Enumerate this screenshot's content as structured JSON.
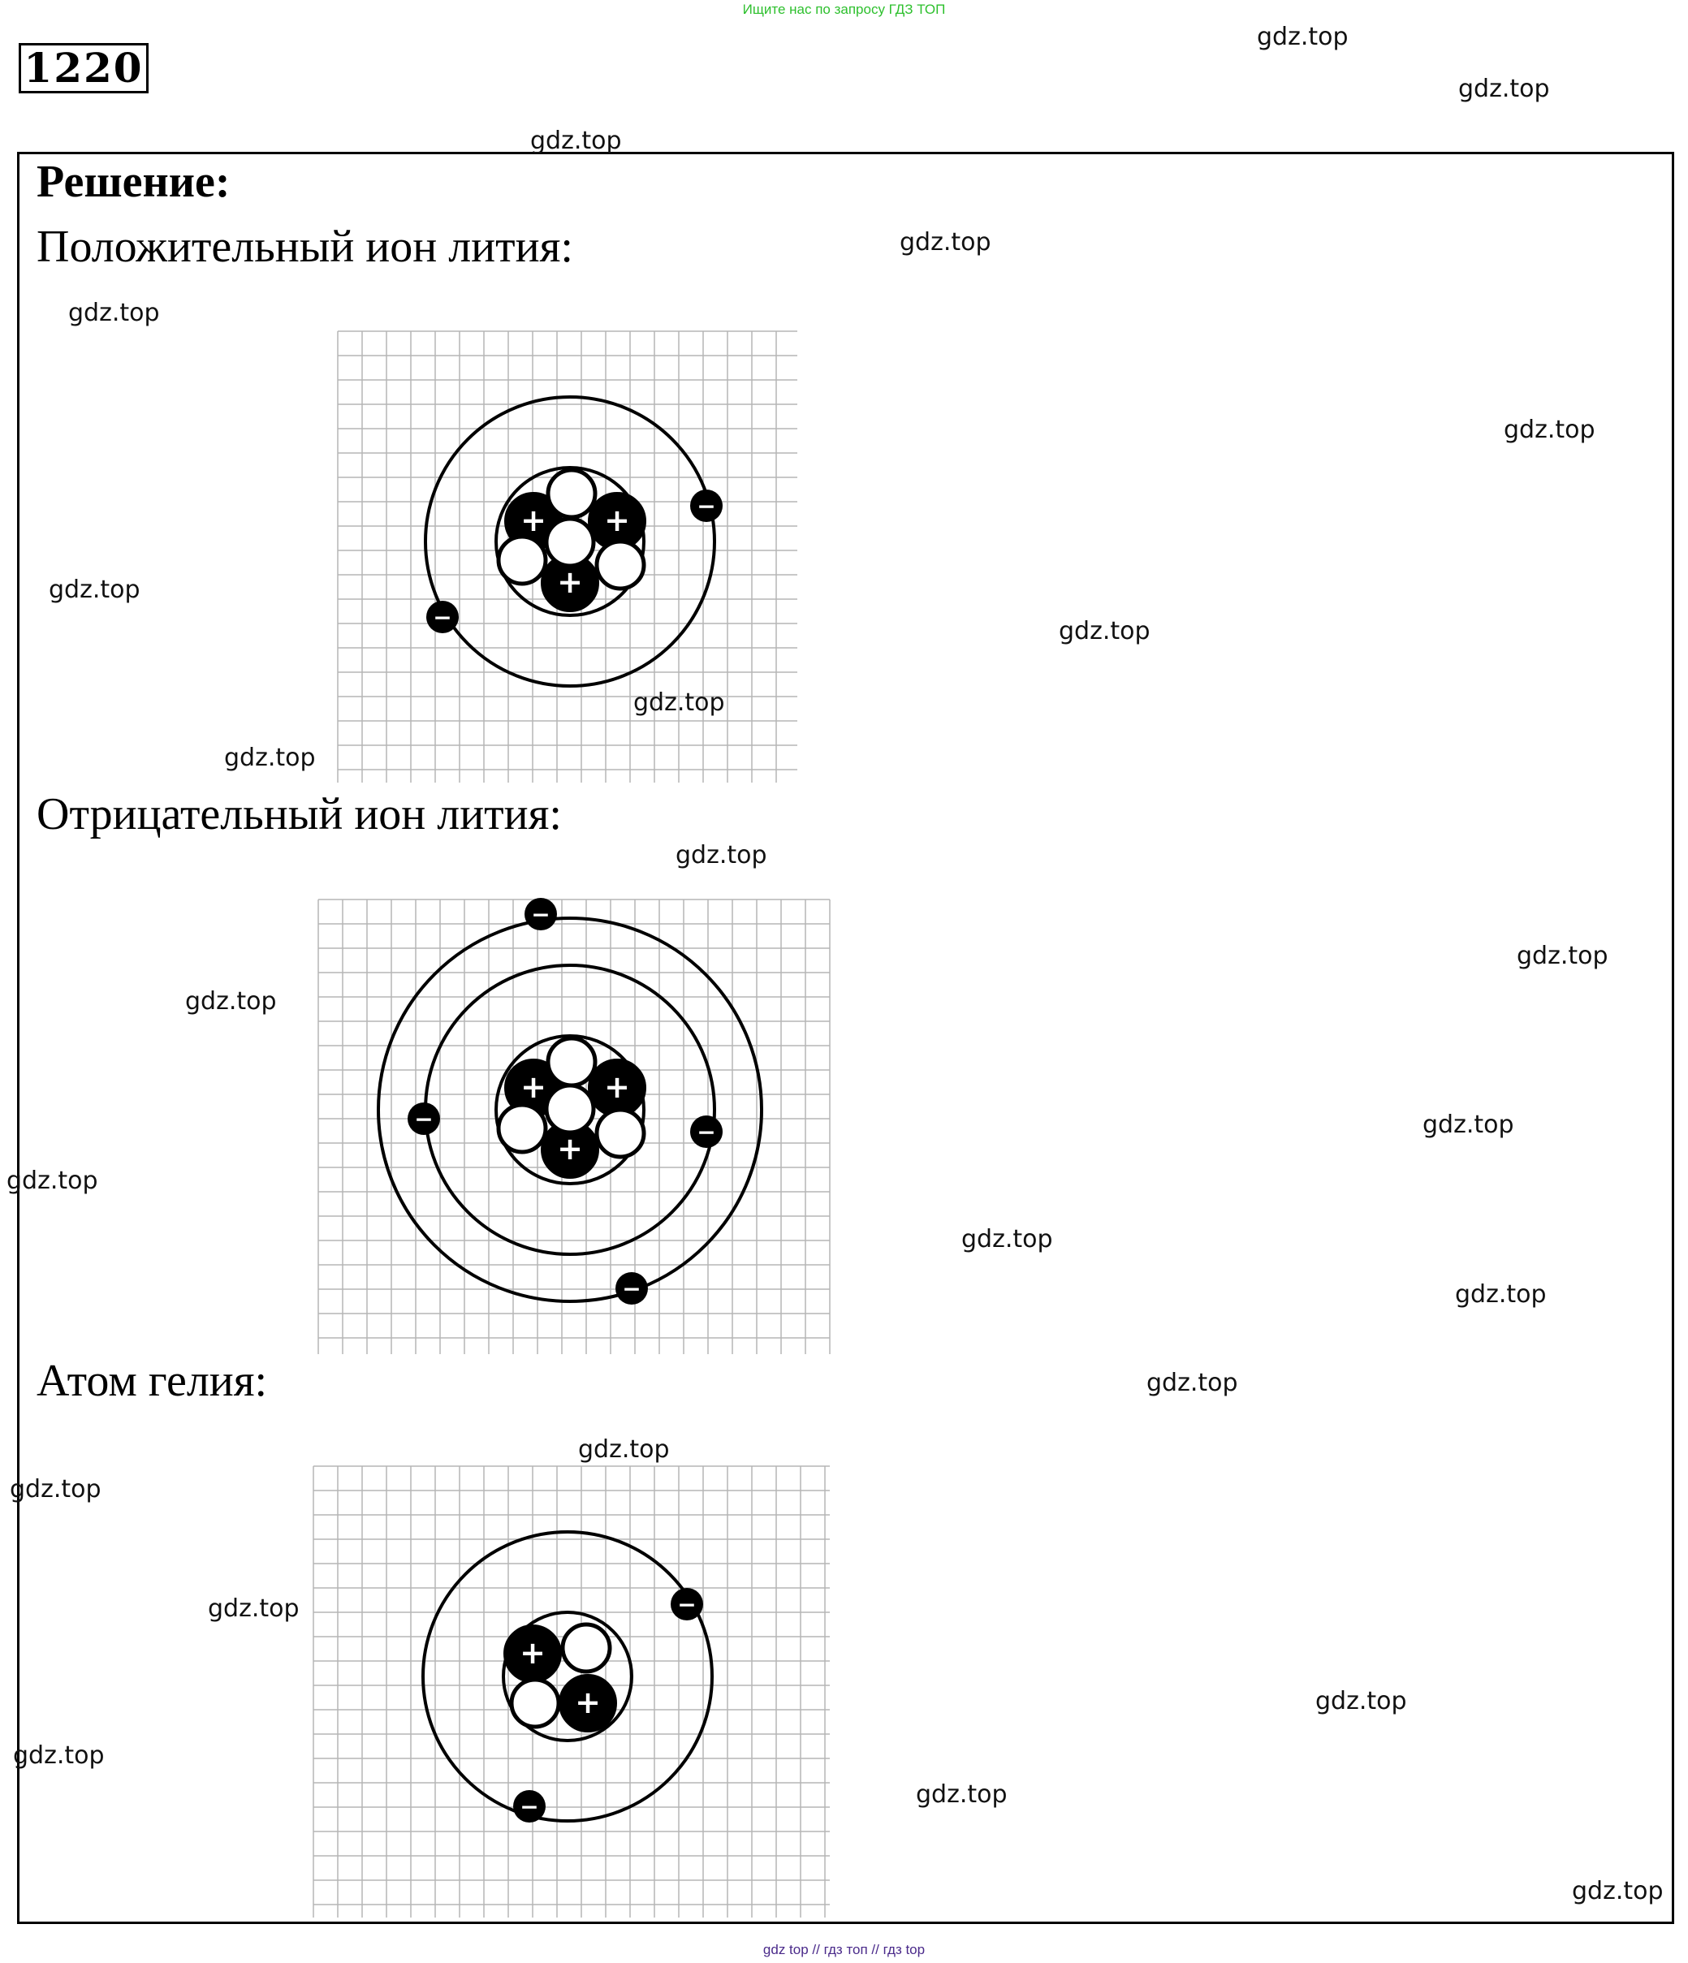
{
  "banner": "Ищите нас по запросу ГДЗ ТОП",
  "problem_number": "1220",
  "heading": "Решение:",
  "sections": [
    {
      "caption": "Положительный ион лития:",
      "protons": 3,
      "neutrons": 4,
      "electrons": 2
    },
    {
      "caption": "Отрицательный ион лития:",
      "protons": 3,
      "neutrons": 4,
      "electrons": 4
    },
    {
      "caption": "Атом гелия:",
      "protons": 2,
      "neutrons": 2,
      "electrons": 2
    }
  ],
  "symbols": {
    "plus": "+",
    "minus": "−"
  },
  "watermark": "gdz.top",
  "footer": "gdz top  //  гдз топ  //  гдз top",
  "colors": {
    "banner": "#2ec02e",
    "footer": "#4a2a8a",
    "grid": "#b5b5b5"
  }
}
